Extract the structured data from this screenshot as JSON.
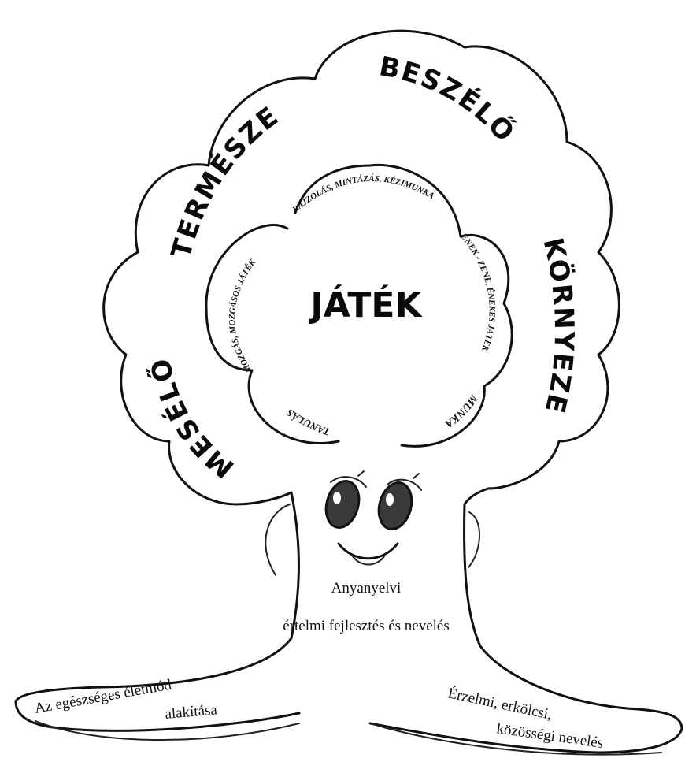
{
  "crown_words": {
    "top_left": "TERMÉSZET",
    "top_right": "BESZÉLŐ",
    "right": "KÖRNYEZET",
    "bottom_left": "MESÉLŐ"
  },
  "center_word": "JÁTÉK",
  "petals": {
    "top": "RAJZOLÁS, MINTÁZÁS, KÉZIMUNKA",
    "right": "ÉNEK - ZENE, ÉNEKES JÁTÉK",
    "bottom_right": "MUNKA",
    "bottom_left": "TANULÁS",
    "left": "MOZGÁS, MOZGÁSOS JÁTÉK"
  },
  "trunk": {
    "line1": "Anyanyelvi",
    "line2": "értelmi fejlesztés és nevelés"
  },
  "roots": {
    "left_line1": "Az egészséges életmód",
    "left_line2": "alakítása",
    "right_line1": "Érzelmi, erkölcsi,",
    "right_line2": "közösségi nevelés"
  },
  "colors": {
    "ink": "#111111",
    "paper": "#ffffff"
  }
}
